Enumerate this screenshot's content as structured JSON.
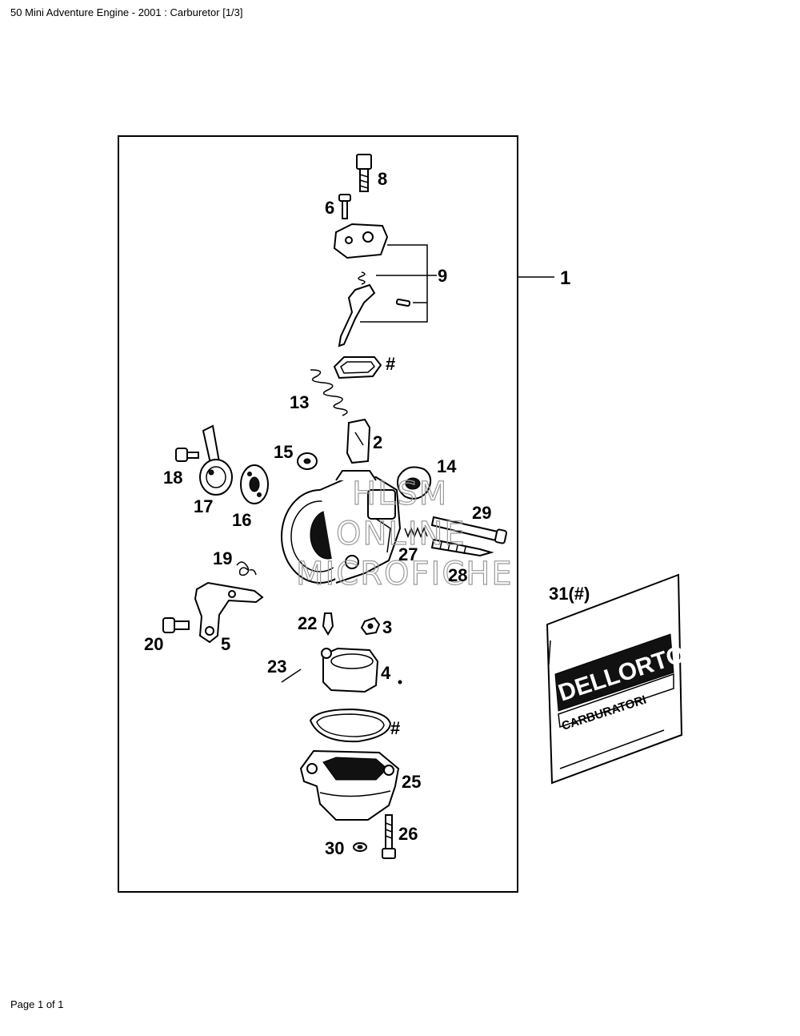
{
  "header": {
    "title": "50 Mini Adventure Engine - 2001 : Carburetor [1/3]"
  },
  "footer": {
    "page": "Page 1 of 1"
  },
  "watermark": {
    "line1": "HLSM",
    "line2": "ONLINE",
    "line3": "MICROFICHE"
  },
  "bag": {
    "brand": "DELLORTO",
    "subtitle": "CARBURATORI"
  },
  "callouts": {
    "p1": "1",
    "p2": "2",
    "p3": "3",
    "p4": "4",
    "p5": "5",
    "p6": "6",
    "p8": "8",
    "p9": "9",
    "p13": "13",
    "p14": "14",
    "p15": "15",
    "p16": "16",
    "p17": "17",
    "p18": "18",
    "p19": "19",
    "p20": "20",
    "p22": "22",
    "p23": "23",
    "p25": "25",
    "p26": "26",
    "p27": "27",
    "p28": "28",
    "p29": "29",
    "p30": "30",
    "p31": "31(#)",
    "hash1": "#",
    "hash2": "#"
  }
}
